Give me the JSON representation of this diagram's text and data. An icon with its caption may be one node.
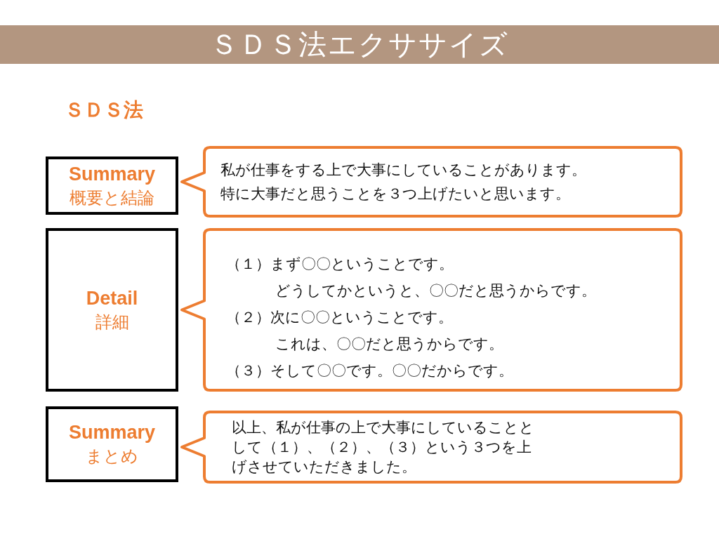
{
  "diagram": {
    "title": "ＳＤＳ法エクササイズ",
    "nodes": [
      {
        "text": [
          "Summary",
          "概要と結論"
        ]
      },
      {
        "text": [
          "私が仕事をする上で大事にしていることがあります。",
          "特に大事だと思うことを３つ上げたいと思います。"
        ]
      },
      {
        "text": [
          "Detail",
          "詳細"
        ]
      },
      {
        "text": [
          "（１）まず〇〇ということです。",
          "どうしてかというと、〇〇だと思うからです。",
          "（２）次に〇〇ということです。",
          "これは、〇〇だと思うからです。",
          "（３）そして〇〇です。〇〇だからです。"
        ]
      },
      {
        "text": [
          "Summary",
          "まとめ"
        ]
      },
      {
        "text": [
          "以上、私が仕事の上で大事にしていることとして（１）、（２）、（３）という３つを上げさせていただきました。"
        ]
      }
    ],
    "labels": [
      "ＳＤＳ法"
    ]
  }
}
